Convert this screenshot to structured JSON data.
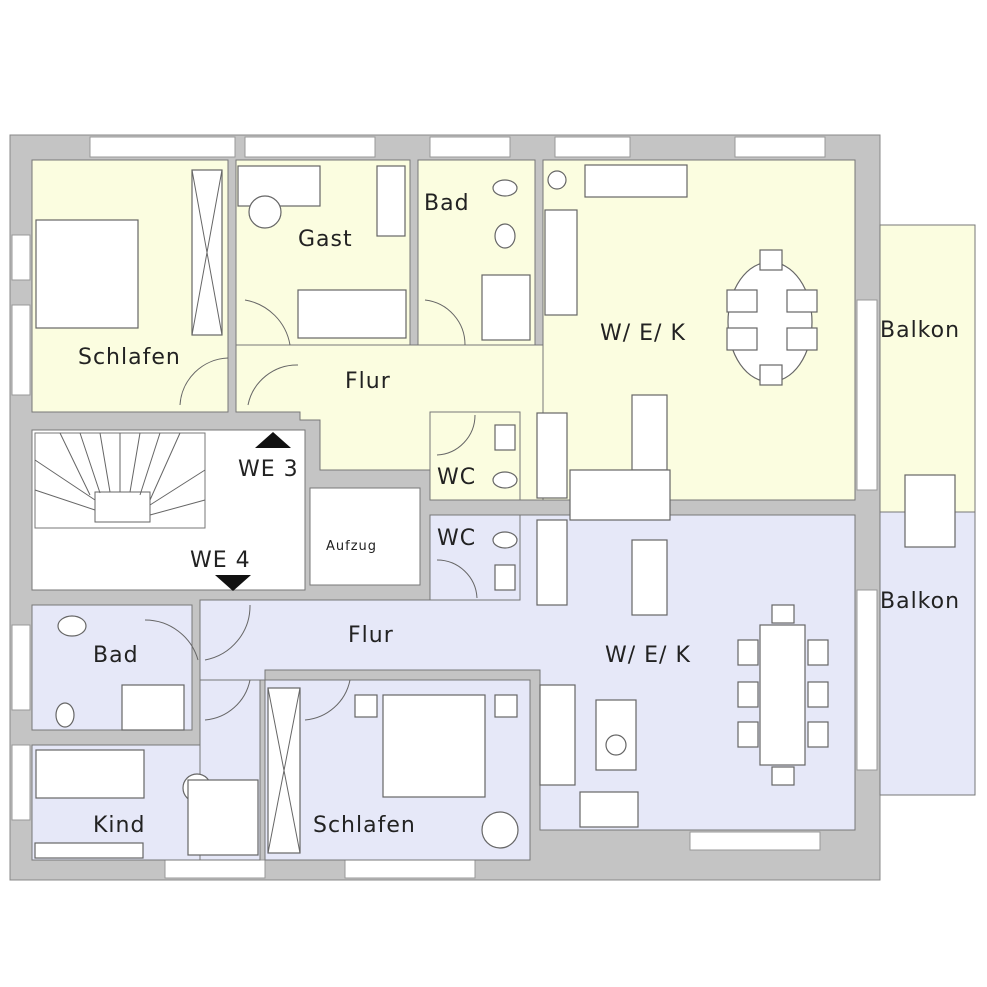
{
  "colors": {
    "unit_we3": "#fbfde0",
    "unit_we4": "#e6e8f8",
    "wall": "#c4c4c4"
  },
  "units": {
    "we3": {
      "label": "WE 3",
      "rooms": {
        "schlafen": "Schlafen",
        "gast": "Gast",
        "bad": "Bad",
        "wek": "W/ E/ K",
        "flur": "Flur",
        "wc": "WC",
        "balkon": "Balkon"
      }
    },
    "we4": {
      "label": "WE 4",
      "rooms": {
        "bad": "Bad",
        "flur": "Flur",
        "wek": "W/ E/ K",
        "wc": "WC",
        "balkon": "Balkon",
        "kind": "Kind",
        "schlafen": "Schlafen"
      }
    }
  },
  "common": {
    "aufzug": "Aufzug"
  }
}
